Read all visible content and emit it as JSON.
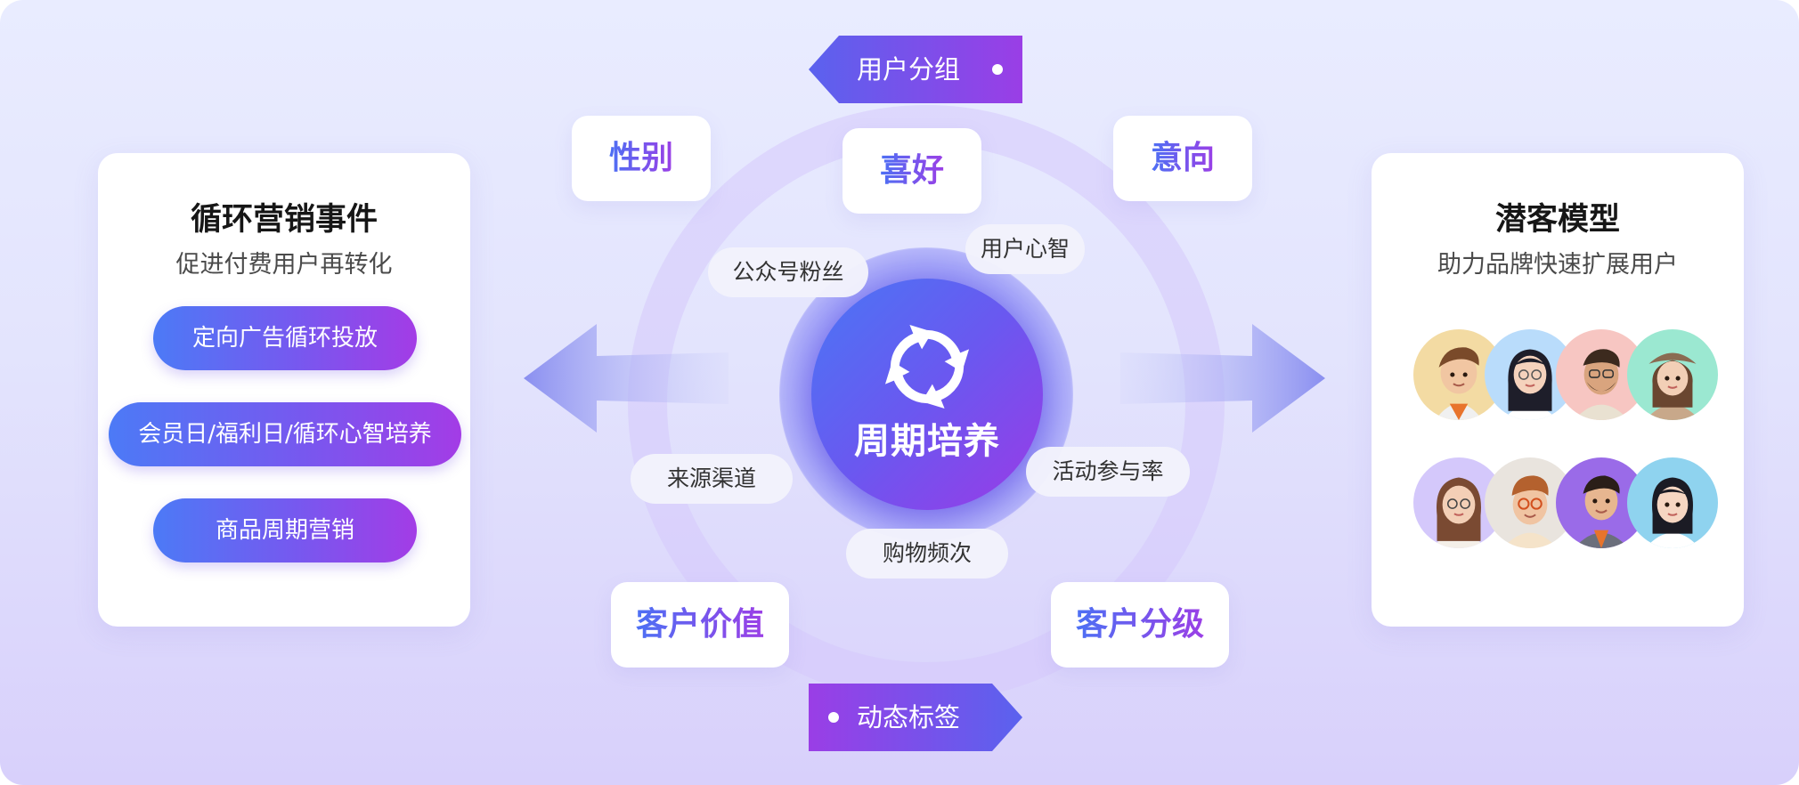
{
  "center": {
    "title": "周期培养"
  },
  "flags": {
    "top": "用户分组",
    "bottom": "动态标签"
  },
  "tags": {
    "gender": "性别",
    "preference": "喜好",
    "intention": "意向",
    "customer_value": "客户价值",
    "customer_grade": "客户分级"
  },
  "chips": {
    "official_account_fans": "公众号粉丝",
    "user_mind": "用户心智",
    "source_channel": "来源渠道",
    "activity_rate": "活动参与率",
    "purchase_frequency": "购物频次"
  },
  "left_card": {
    "title": "循环营销事件",
    "subtitle": "促进付费用户再转化",
    "items": [
      "定向广告循环投放",
      "会员日/福利日/循环心智培养",
      "商品周期营销"
    ]
  },
  "right_card": {
    "title": "潜客模型",
    "subtitle": "助力品牌快速扩展用户"
  },
  "colors": {
    "accent_blue": "#4c7af6",
    "accent_purple": "#9b3fe6",
    "background": "#e4e5fd"
  }
}
